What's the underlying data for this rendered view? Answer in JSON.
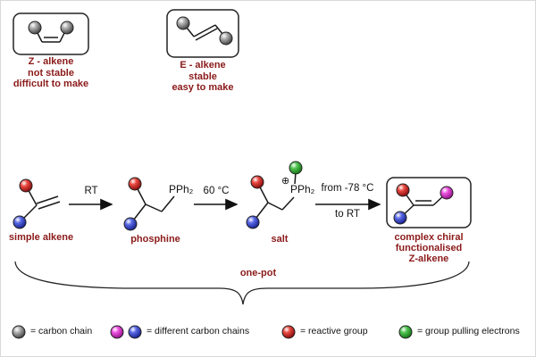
{
  "colors": {
    "label_red": "#8b1a1a",
    "line": "#1a1a1a",
    "ball_gray": "#8a8a8a",
    "ball_red": "#d32222",
    "ball_blue": "#2b3bc4",
    "ball_magenta": "#dd3bd0",
    "ball_green": "#2ea82e"
  },
  "top_section": {
    "z_alkene": {
      "title": "Z - alkene",
      "note1": "not stable",
      "note2": "difficult to make"
    },
    "e_alkene": {
      "title": "E - alkene",
      "note1": "stable",
      "note2": "easy to make"
    }
  },
  "scheme": {
    "step1": {
      "label": "simple alkene"
    },
    "arrow1": {
      "condition": "RT"
    },
    "step2": {
      "label": "phosphine",
      "group": "PPh₂"
    },
    "arrow2": {
      "condition": "60 °C"
    },
    "step3": {
      "label": "salt",
      "group": "PPh₂",
      "charge": "⊕"
    },
    "arrow3": {
      "condition_top": "from -78 °C",
      "condition_bottom": "to RT"
    },
    "product": {
      "line1": "complex chiral",
      "line2": "functionalised",
      "line3": "Z-alkene"
    },
    "one_pot": "one-pot"
  },
  "legend": {
    "carbon_chain": "=  carbon chain",
    "different_chains": "=  different carbon chains",
    "reactive_group": "=  reactive group",
    "electron_pulling": "=  group pulling electrons"
  }
}
